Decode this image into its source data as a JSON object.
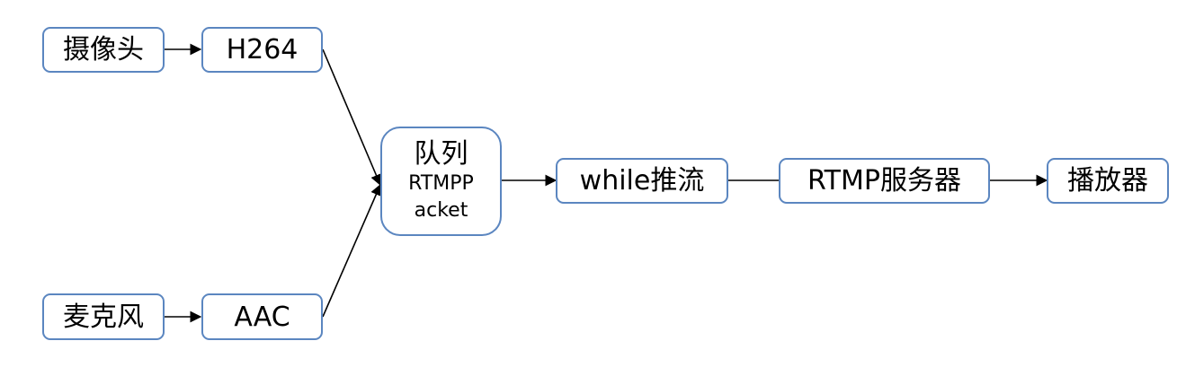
{
  "nodes": {
    "camera": "摄像头",
    "h264": "H264",
    "mic": "麦克风",
    "aac": "AAC",
    "queue_title": "队列",
    "queue_line1": "RTMPP",
    "queue_line2": "acket",
    "while_push": "while推流",
    "rtmp_server": "RTMP服务器",
    "player": "播放器"
  },
  "colors": {
    "node_border": "#5b86c0",
    "edge": "#000000",
    "text": "#000000"
  }
}
